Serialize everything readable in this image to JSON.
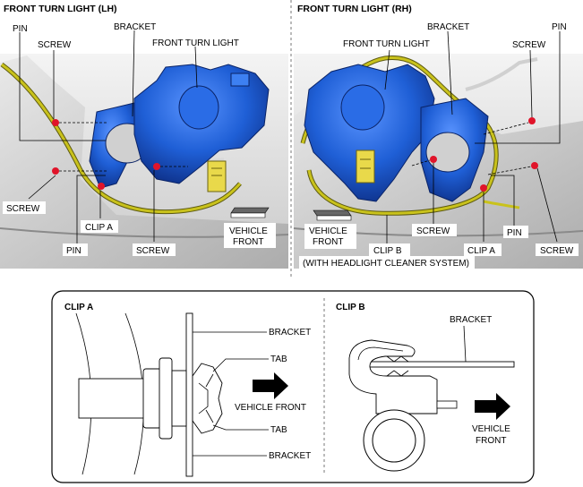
{
  "lh": {
    "title": "FRONT TURN LIGHT (LH)",
    "pin_top": "PIN",
    "screw_top": "SCREW",
    "bracket": "BRACKET",
    "front_turn_light": "FRONT TURN LIGHT",
    "screw_left": "SCREW",
    "clip_a": "CLIP A",
    "pin_bottom": "PIN",
    "screw_bottom": "SCREW",
    "vehicle_front": [
      "VEHICLE",
      "FRONT"
    ]
  },
  "rh": {
    "title": "FRONT TURN LIGHT (RH)",
    "front_turn_light": "FRONT TURN LIGHT",
    "bracket": "BRACKET",
    "screw_top": "SCREW",
    "pin_top": "PIN",
    "vehicle_front": [
      "VEHICLE",
      "FRONT"
    ],
    "clip_b": "CLIP B",
    "clip_b_note": "(WITH HEADLIGHT CLEANER SYSTEM)",
    "screw_mid": "SCREW",
    "clip_a": "CLIP A",
    "pin_bottom": "PIN",
    "screw_right": "SCREW"
  },
  "detail_a": {
    "title": "CLIP A",
    "bracket_top": "BRACKET",
    "tab_top": "TAB",
    "vehicle_front": "VEHICLE FRONT",
    "tab_bottom": "TAB",
    "bracket_bottom": "BRACKET"
  },
  "detail_b": {
    "title": "CLIP B",
    "bracket": "BRACKET",
    "vehicle_front": [
      "VEHICLE",
      "FRONT"
    ]
  },
  "colors": {
    "housing_blue": "#1f5fd6",
    "housing_dark": "#0d2f86",
    "harness_yellow": "#c9c21c",
    "screw_red": "#e0142a",
    "connector_yellow": "#e9d94a"
  }
}
